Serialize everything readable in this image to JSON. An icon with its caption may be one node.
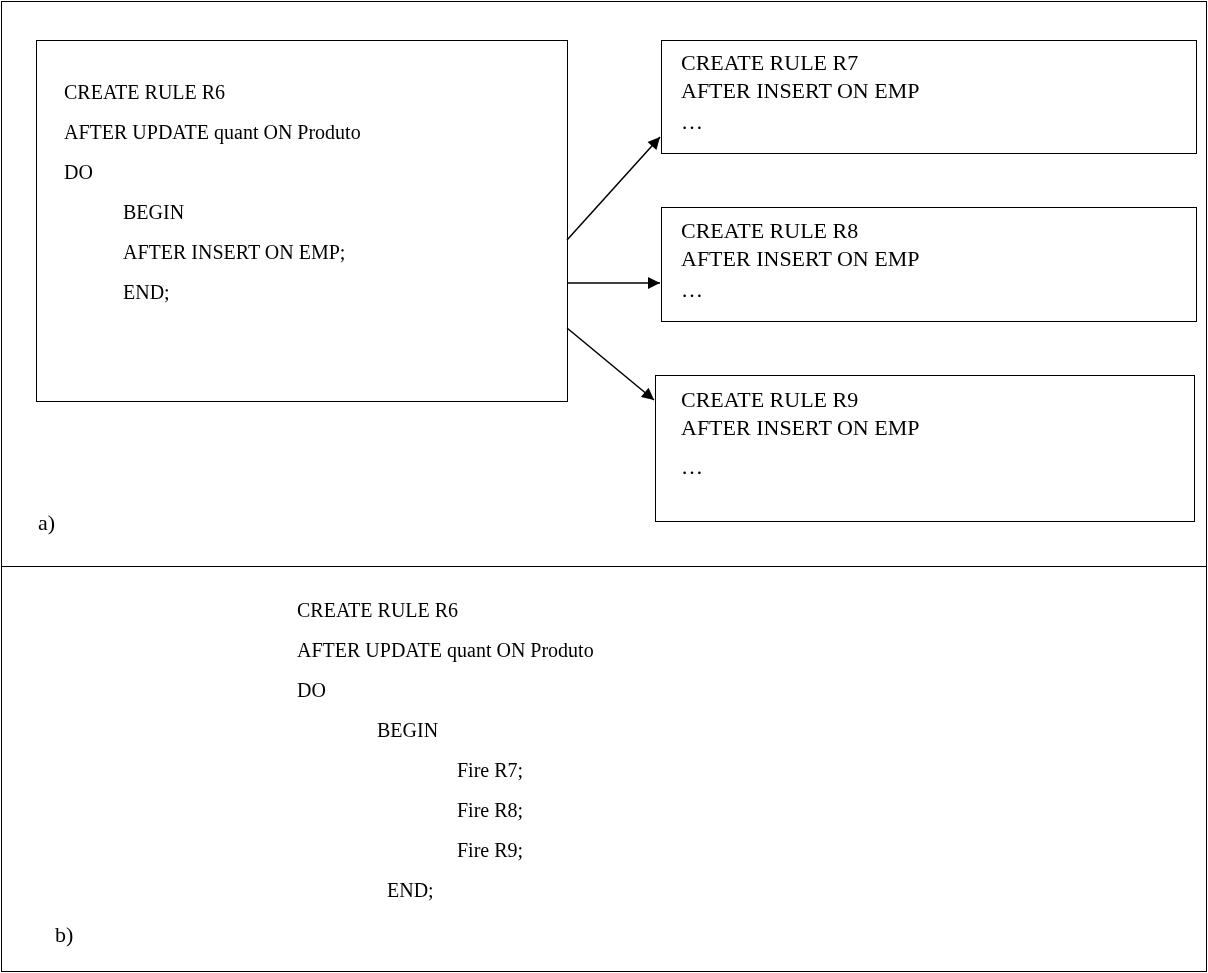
{
  "diagram": {
    "nodes": [
      {
        "text": [
          "a)"
        ]
      },
      {
        "text": [
          "CREATE RULE R6",
          "AFTER UPDATE quant ON Produto",
          "DO",
          "BEGIN",
          "AFTER INSERT ON EMP;",
          "END;"
        ],
        "in": 0
      },
      {
        "text": [
          "CREATE RULE R7",
          "AFTER INSERT ON EMP",
          "…"
        ],
        "in": 0
      },
      {
        "text": [
          "CREATE RULE R8",
          "AFTER INSERT ON EMP",
          "…"
        ],
        "in": 0
      },
      {
        "text": [
          "CREATE RULE R9",
          "AFTER INSERT ON EMP",
          "…"
        ],
        "in": 0
      },
      {
        "text": [
          "CREATE RULE R6",
          "AFTER UPDATE quant ON Produto",
          "DO",
          "BEGIN",
          "Fire R7;",
          "Fire R8;",
          "Fire R9;",
          "END;",
          "b)"
        ]
      }
    ],
    "edges": [
      {
        "from": 1,
        "to": 2,
        "arrow": "to"
      },
      {
        "from": 1,
        "to": 3,
        "arrow": "to"
      },
      {
        "from": 1,
        "to": 4,
        "arrow": "to"
      }
    ]
  }
}
